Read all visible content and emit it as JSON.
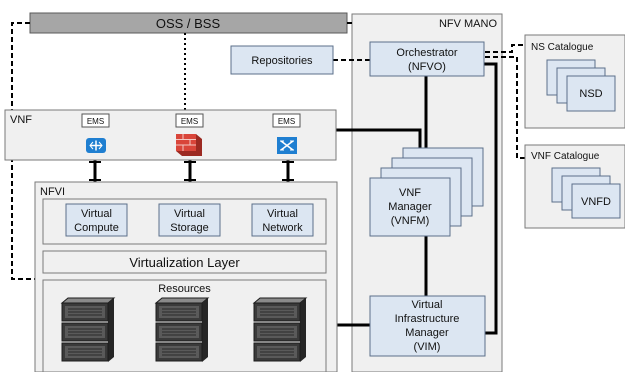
{
  "oss_bss": {
    "label": "OSS / BSS"
  },
  "mano": {
    "title": "NFV MANO",
    "orchestrator": {
      "line1": "Orchestrator",
      "line2": "(NFVO)"
    },
    "vnfm": {
      "line1": "VNF",
      "line2": "Manager",
      "line3": "(VNFM)"
    },
    "vim": {
      "line1": "Virtual",
      "line2": "Infrastructure",
      "line3": "Manager",
      "line4": "(VIM)"
    }
  },
  "repositories": {
    "label": "Repositories"
  },
  "ns_catalogue": {
    "title": "NS Catalogue",
    "item": "NSD"
  },
  "vnf_catalogue": {
    "title": "VNF Catalogue",
    "item": "VNFD"
  },
  "vnf": {
    "title": "VNF",
    "ems": [
      "EMS",
      "EMS",
      "EMS"
    ],
    "ems_icons": [
      "router-icon",
      "firewall-icon",
      "switch-icon"
    ]
  },
  "nfvi": {
    "title": "NFVI",
    "virtual": [
      {
        "line1": "Virtual",
        "line2": "Compute"
      },
      {
        "line1": "Virtual",
        "line2": "Storage"
      },
      {
        "line1": "Virtual",
        "line2": "Network"
      }
    ],
    "virtualization_layer": "Virtualization Layer",
    "resources": "Resources",
    "resource_icons": [
      "server-icon",
      "server-icon",
      "server-icon"
    ]
  },
  "colors": {
    "box_fill": "#dce6f2",
    "oss_bar": "#a6a6a6",
    "router": "#1f7fd1",
    "firewall": "#c0392b"
  }
}
